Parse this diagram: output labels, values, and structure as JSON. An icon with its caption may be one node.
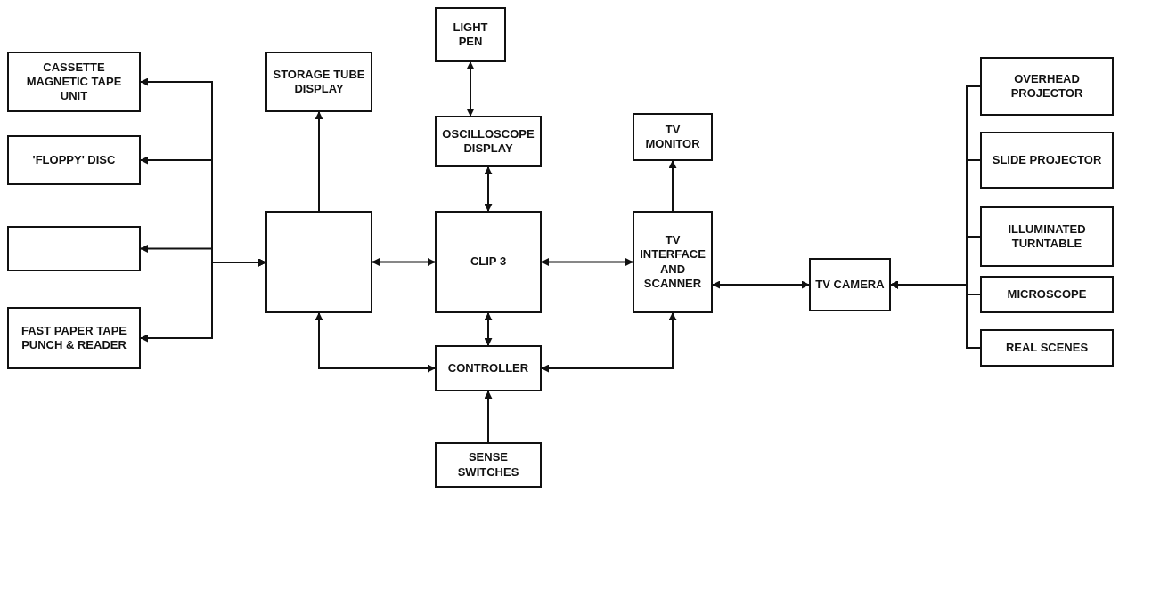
{
  "diagram": {
    "nodes": [
      {
        "text": [
          "LIGHT PEN"
        ]
      },
      {
        "text": [
          "CASSETTE MAGNETIC TAPE UNIT"
        ]
      },
      {
        "text": [
          "STORAGE TUBE DISPLAY"
        ]
      },
      {
        "text": [
          "OSCILLOSCOPE DISPLAY"
        ]
      },
      {
        "text": [
          "TV MONITOR"
        ]
      },
      {
        "text": [
          "OVERHEAD PROJECTOR"
        ]
      },
      {
        "text": [
          "SLIDE PROJECTOR"
        ]
      },
      {
        "text": [
          "'FLOPPY' DISC"
        ]
      },
      {
        "text": [],
        "shape": "box"
      },
      {
        "text": [
          "CLIP 3"
        ]
      },
      {
        "text": [
          "TV INTERFACE AND SCANNER"
        ]
      },
      {
        "text": [
          "TV CAMERA"
        ]
      },
      {
        "text": [
          "ILLUMINATED TURNTABLE"
        ]
      },
      {
        "text": [],
        "shape": "box"
      },
      {
        "text": [
          "MICROSCOPE"
        ]
      },
      {
        "text": [
          "CONTROLLER"
        ]
      },
      {
        "text": [
          "FAST PAPER TAPE PUNCH & READER"
        ]
      },
      {
        "text": [
          "REAL SCENES"
        ]
      },
      {
        "text": [
          "SENSE SWITCHES"
        ]
      }
    ],
    "edges": [
      {
        "from": 1,
        "to": 8,
        "arrow": "both"
      },
      {
        "from": 7,
        "to": 8,
        "arrow": "both"
      },
      {
        "from": 13,
        "to": 8,
        "arrow": "both"
      },
      {
        "from": 16,
        "to": 8,
        "arrow": "both"
      },
      {
        "from": 8,
        "to": 2,
        "arrow": "to"
      },
      {
        "from": 8,
        "to": 9,
        "arrow": "both"
      },
      {
        "from": 9,
        "to": 3,
        "arrow": "both"
      },
      {
        "from": 3,
        "to": 0,
        "arrow": "both"
      },
      {
        "from": 9,
        "to": 10,
        "arrow": "both"
      },
      {
        "from": 10,
        "to": 4,
        "arrow": "to"
      },
      {
        "from": 10,
        "to": 11,
        "arrow": "both"
      },
      {
        "from": 5,
        "to": 11,
        "arrow": "to"
      },
      {
        "from": 6,
        "to": 11,
        "arrow": "to"
      },
      {
        "from": 12,
        "to": 11,
        "arrow": "to"
      },
      {
        "from": 14,
        "to": 11,
        "arrow": "to"
      },
      {
        "from": 17,
        "to": 11,
        "arrow": "to"
      },
      {
        "from": 9,
        "to": 15,
        "arrow": "both"
      },
      {
        "from": 8,
        "to": 15,
        "arrow": "both"
      },
      {
        "from": 10,
        "to": 15,
        "arrow": "both"
      },
      {
        "from": 18,
        "to": 15,
        "arrow": "to"
      }
    ]
  }
}
